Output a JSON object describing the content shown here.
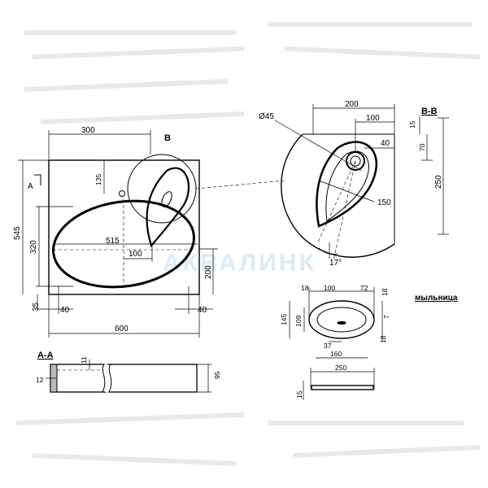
{
  "drawing": {
    "watermark": "АКВАЛИНК",
    "labels": {
      "detail_b": "B",
      "section_bb": "B-B",
      "section_aa": "A-A",
      "arrow_a": "A",
      "soap_dish": "мыльница"
    },
    "plan": {
      "width": "600",
      "height": "545",
      "bowl_length": "515",
      "bowl_width": "320",
      "top_offset": "300",
      "hole_offset": "135",
      "inner_offset": "100",
      "right_height": "200",
      "left_margin": "40",
      "right_margin": "40",
      "bottom_margin": "35"
    },
    "detail_b": {
      "width": "200",
      "inner": "100",
      "diameter": "Ø45",
      "offset": "40",
      "length": "150",
      "angle": "17°",
      "top": "15",
      "mid": "70",
      "height": "250"
    },
    "soap": {
      "d18a": "18",
      "d100": "100",
      "d72": "72",
      "d18b": "18",
      "d145": "145",
      "d109": "109",
      "d7": "7",
      "d18c": "18",
      "d37": "37",
      "d160": "160",
      "d250": "250",
      "d15": "15"
    },
    "section": {
      "d11": "11",
      "d12": "12",
      "d95": "95"
    }
  }
}
